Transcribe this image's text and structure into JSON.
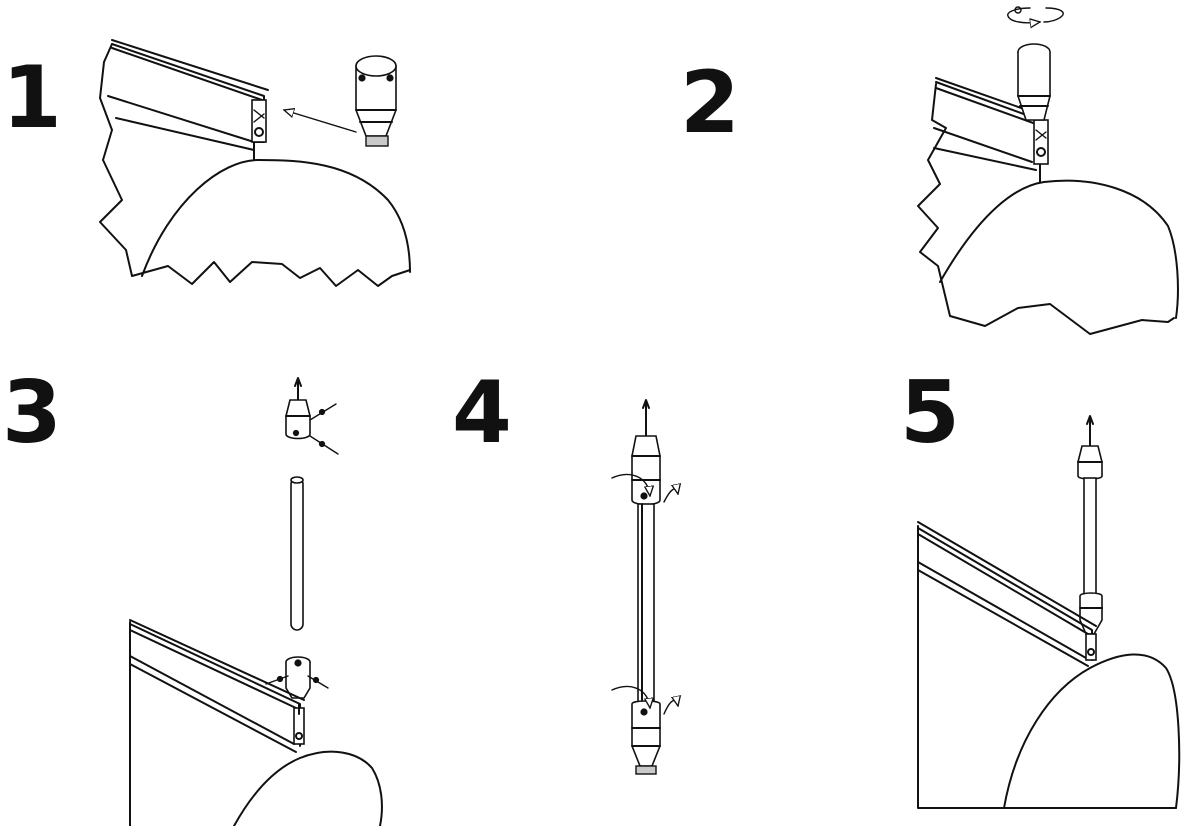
{
  "steps": [
    {
      "number": "1"
    },
    {
      "number": "2"
    },
    {
      "number": "3"
    },
    {
      "number": "4"
    },
    {
      "number": "5"
    }
  ],
  "colors": {
    "ink": "#111111",
    "shade": "#c9c9c9",
    "background": "#ffffff"
  },
  "icons": [
    "insert-arrow-icon",
    "rotate-arrow-icon",
    "screw-arrow-icon",
    "twist-arrow-icon"
  ]
}
